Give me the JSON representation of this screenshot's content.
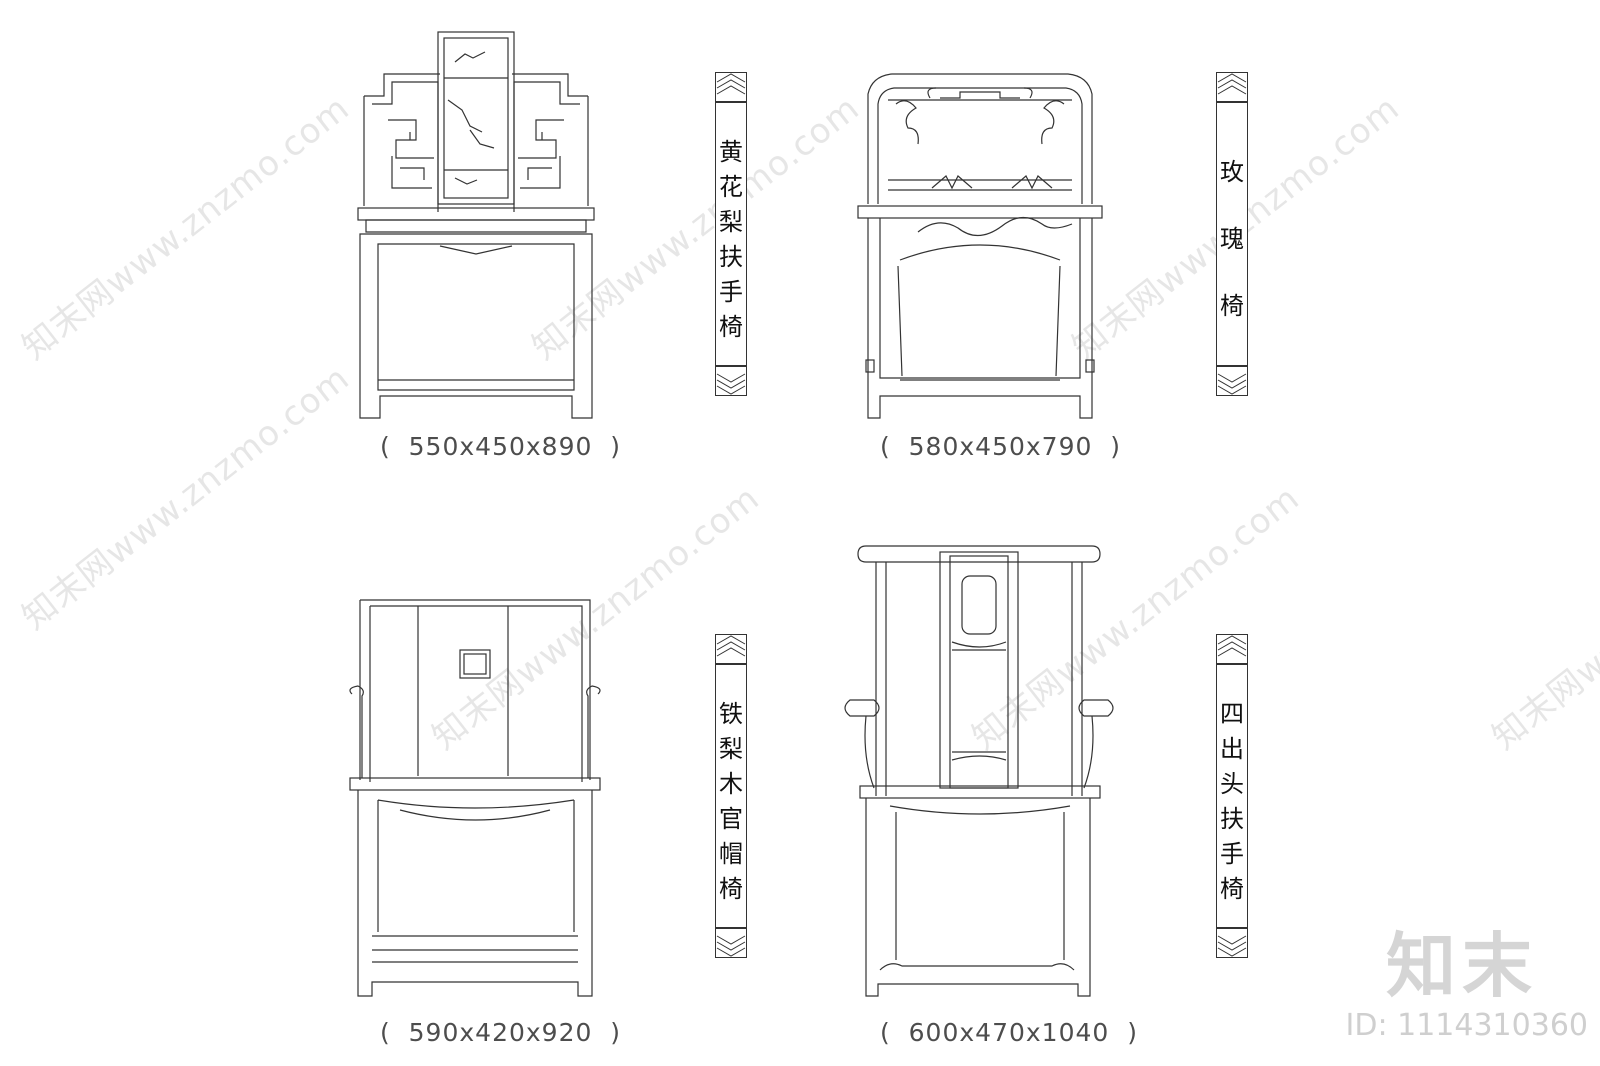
{
  "watermarks": [
    "知末网www.znzmo.com",
    "知末网www.znzmo.com",
    "知末网www.znzmo.com",
    "知末网www.znzmo.com",
    "知末网www.znzmo.com",
    "知末网www.znzmo.com",
    "知末网www.znzmo.com",
    "知末网www.znzmo.com"
  ],
  "chairs": [
    {
      "name_chars": [
        "黄",
        "花",
        "梨",
        "扶",
        "手",
        "椅"
      ],
      "dimension": "(  550x450x890  )"
    },
    {
      "name_chars": [
        "玫",
        "瑰",
        "椅"
      ],
      "dimension": "(  580x450x790  )"
    },
    {
      "name_chars": [
        "铁",
        "梨",
        "木",
        "官",
        "帽",
        "椅"
      ],
      "dimension": "(  590x420x920  )"
    },
    {
      "name_chars": [
        "四",
        "出",
        "头",
        "扶",
        "手",
        "椅"
      ],
      "dimension": "(  600x470x1040  )"
    }
  ],
  "brand": "知末",
  "image_id": "ID: 1114310360"
}
